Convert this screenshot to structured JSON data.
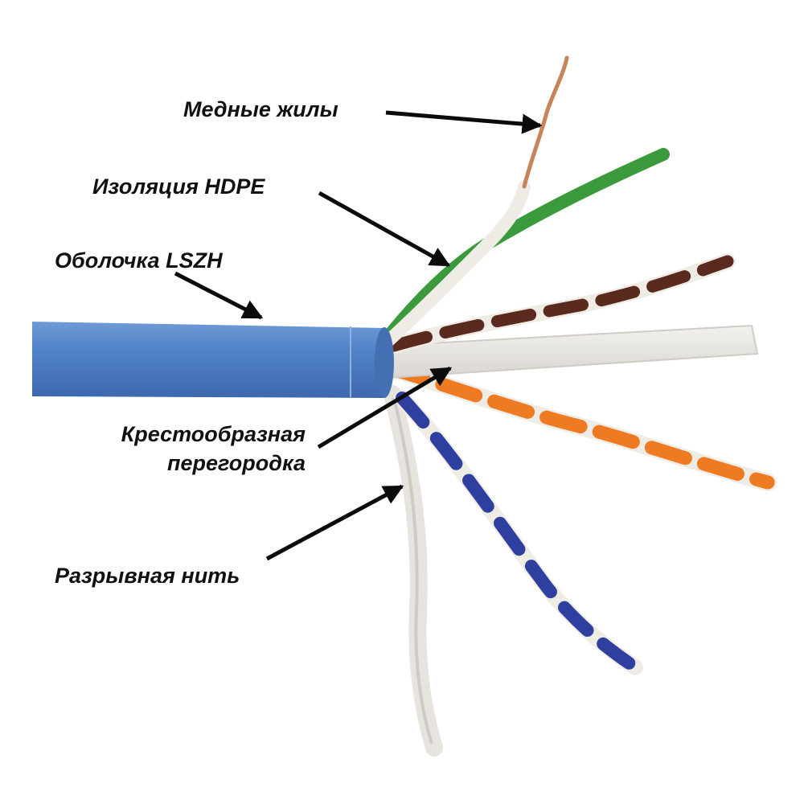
{
  "labels": {
    "copper_cores": "Медные жилы",
    "insulation": "Изоляция HDPE",
    "jacket": "Оболочка LSZH",
    "separator_line1": "Крестообразная",
    "separator_line2": "перегородка",
    "ripcord": "Разрывная нить"
  },
  "colors": {
    "jacket": "#4f7fc6",
    "green": "#3a9a3c",
    "brown": "#5a2a1f",
    "orange": "#ee7a22",
    "blue": "#2f3fa0",
    "white_insulation": "#efece6",
    "copper": "#c8835b",
    "separator": "#e8e6e2",
    "arrow": "#0b0b0b"
  }
}
